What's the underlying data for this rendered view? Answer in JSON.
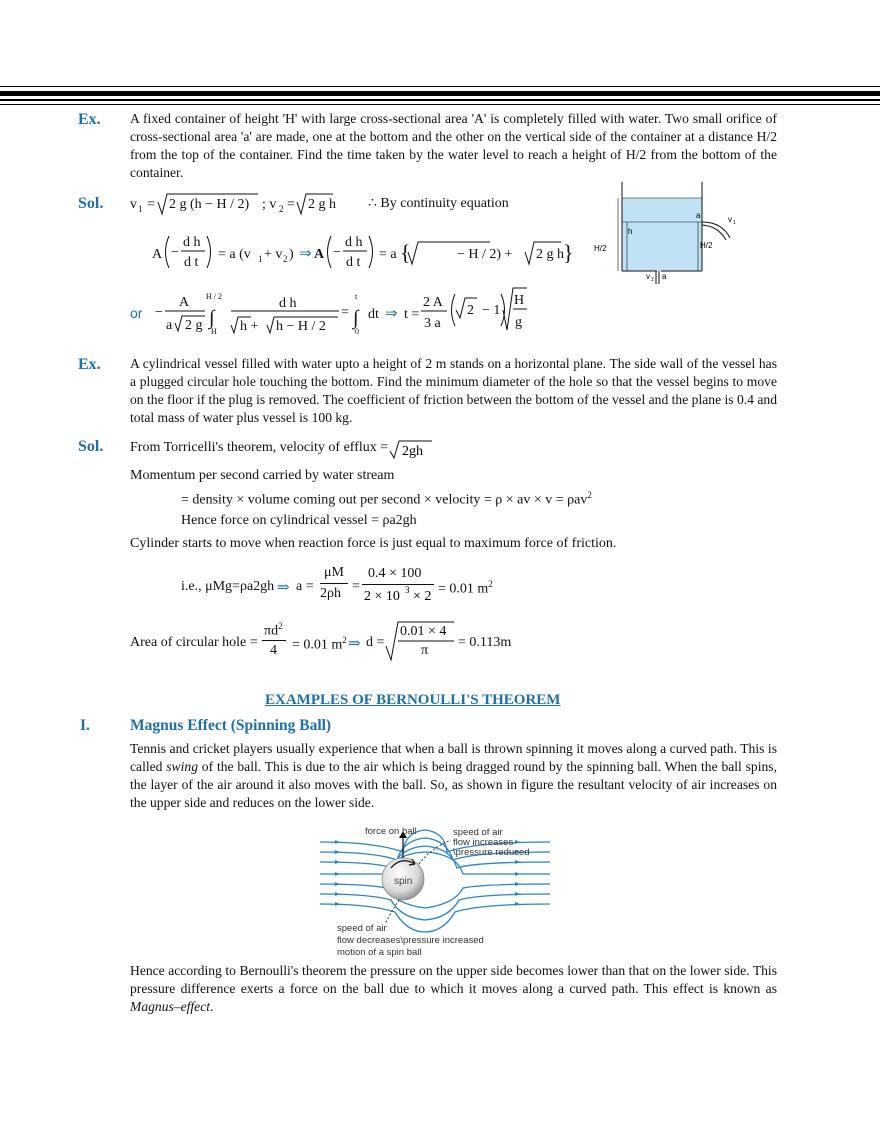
{
  "ex1": {
    "label": "Ex.",
    "text": "A fixed container of height 'H' with large cross-sectional area 'A' is completely filled with water. Two small orifice of cross-sectional area 'a' are made, one at the bottom and the other on the vertical side of the container at a distance H/2 from the top of the container. Find the time taken by the water level to reach a height of H/2 from the bottom of the container."
  },
  "sol1": {
    "label": "Sol.",
    "continuity": "∴ By continuity equation",
    "or": "or",
    "figure": {
      "a_top": "a",
      "v1": "v",
      "h": "h",
      "H2_left": "H/2",
      "H2_right": "H/2",
      "v2": "v",
      "a_bottom": "a"
    }
  },
  "ex2": {
    "label": "Ex.",
    "text": "A cylindrical vessel filled with water upto a height of 2 m stands on a horizontal plane. The side wall of the vessel has a plugged circular hole touching the bottom. Find the minimum diameter of the hole so that the vessel begins to move on the floor if the plug is removed. The coefficient of friction between the bottom of the vessel and the plane is 0.4 and total mass of water plus vessel is 100 kg."
  },
  "sol2": {
    "label": "Sol.",
    "line1": "From Torricelli's theorem, velocity of efflux =",
    "line2": "Momentum per second carried by water stream",
    "line3": "= density ×  volume coming out per second ×  velocity  = ρ × av × v = ρav",
    "line3_sup": "2",
    "line4": "Hence force on cylindrical vessel = ρa2gh",
    "line5": "Cylinder starts to move when reaction force is just  equal to maximum force of friction.",
    "ie_left": "i.e., μMg=ρa2gh",
    "ie_a": "a =",
    "ie_num1": "μM",
    "ie_den1": "2ρh",
    "ie_num2": "0.4 × 100",
    "ie_result": "= 0.01 m",
    "area_left": "Area of circular hole =",
    "area_num": "πd",
    "area_den": "4",
    "area_mid": "= 0.01 m",
    "area_d": "d =",
    "area_rad_num": "0.01 × 4",
    "area_rad_den": "π",
    "area_result": "= 0.113m"
  },
  "section": {
    "heading": "EXAMPLES OF BERNOULLI'S THEOREM",
    "num": "I.",
    "title": "Magnus Effect (Spinning Ball)",
    "p1_a": "Tennis and cricket players usually experience that when a   ball is thrown spinning it moves along a curved path. This is called ",
    "p1_em": "swing",
    "p1_b": " of the ball. This is due to the air which is being dragged round by the spinning ball. When the ball spins, the layer of the air around it also moves with the ball. So, as shown in figure the resultant velocity of air increases on the upper side and reduces on the lower side.",
    "fig": {
      "force": "force on ball",
      "top1": "speed of air",
      "top2": "flow increases",
      "top3": "\\pressure reduced",
      "spin": "spin",
      "bot1": "speed of air",
      "bot2": "flow decreases\\pressure increased",
      "bot3": "motion of a spin ball"
    },
    "p2_a": "Hence according to Bernoulli's theorem the pressure on the upper side becomes lower than that on the lower side. This pressure difference exerts a force on the ball due to which it moves along a curved path. This effect is known as ",
    "p2_em": "Magnus–effect",
    "p2_b": "."
  }
}
